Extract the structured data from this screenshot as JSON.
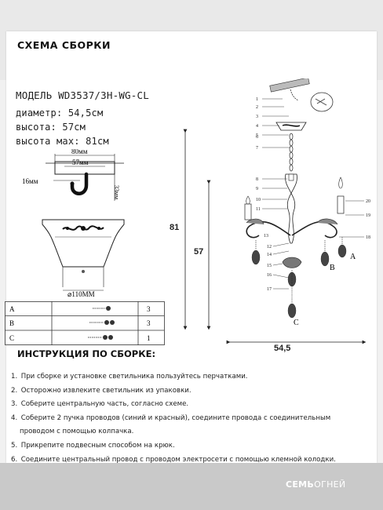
{
  "header": {
    "title": "СХЕМА СБОРКИ"
  },
  "specs": {
    "model": "МОДЕЛЬ WD3537/3H-WG-CL",
    "diameter": "диаметр: 54,5см",
    "height": "высота: 57см",
    "height_max": "высота мах: 81см"
  },
  "hook_dims": {
    "w80": "80мм",
    "w57": "57мм",
    "h16": "16мм",
    "h33": "33мм"
  },
  "cup_label": "⌀110ММ",
  "parts_table": {
    "rows": [
      {
        "letter": "A",
        "qty": "3"
      },
      {
        "letter": "B",
        "qty": "3"
      },
      {
        "letter": "C",
        "qty": "1"
      }
    ]
  },
  "dimensions": {
    "full_height": "81",
    "height": "57",
    "diameter": "54,5"
  },
  "callouts": {
    "left": [
      "1",
      "2",
      "3",
      "4",
      "5",
      "6",
      "7",
      "8",
      "9",
      "10",
      "11",
      "12",
      "13",
      "14",
      "15",
      "16",
      "17"
    ],
    "right": [
      "20",
      "19",
      "18"
    ],
    "pendants": {
      "a": "A",
      "b": "B",
      "c": "C"
    }
  },
  "instructions": {
    "title": "ИНСТРУКЦИЯ ПО СБОРКЕ:",
    "steps": [
      {
        "num": "1.",
        "text": "При сборке и установке светильника пользуйтесь перчатками."
      },
      {
        "num": "2.",
        "text": "Осторожно извлеките светильник из упаковки."
      },
      {
        "num": "3.",
        "text": "Соберите центральную часть, согласно схеме."
      },
      {
        "num": "4.",
        "text": "Соберите 2 пучка проводов (синий и красный), соедините провода с соединительным"
      },
      {
        "num": "",
        "text": "проводом с помощью колпачка."
      },
      {
        "num": "5.",
        "text": "Прикрепите подвесным способом  на крюк."
      },
      {
        "num": "6.",
        "text": "Соедините центральный провод с проводом электросети с помощью клемной колодки."
      }
    ]
  },
  "footer": {
    "brand_bold": "СЕМЬ",
    "brand_rest": "ОГНЕЙ"
  }
}
